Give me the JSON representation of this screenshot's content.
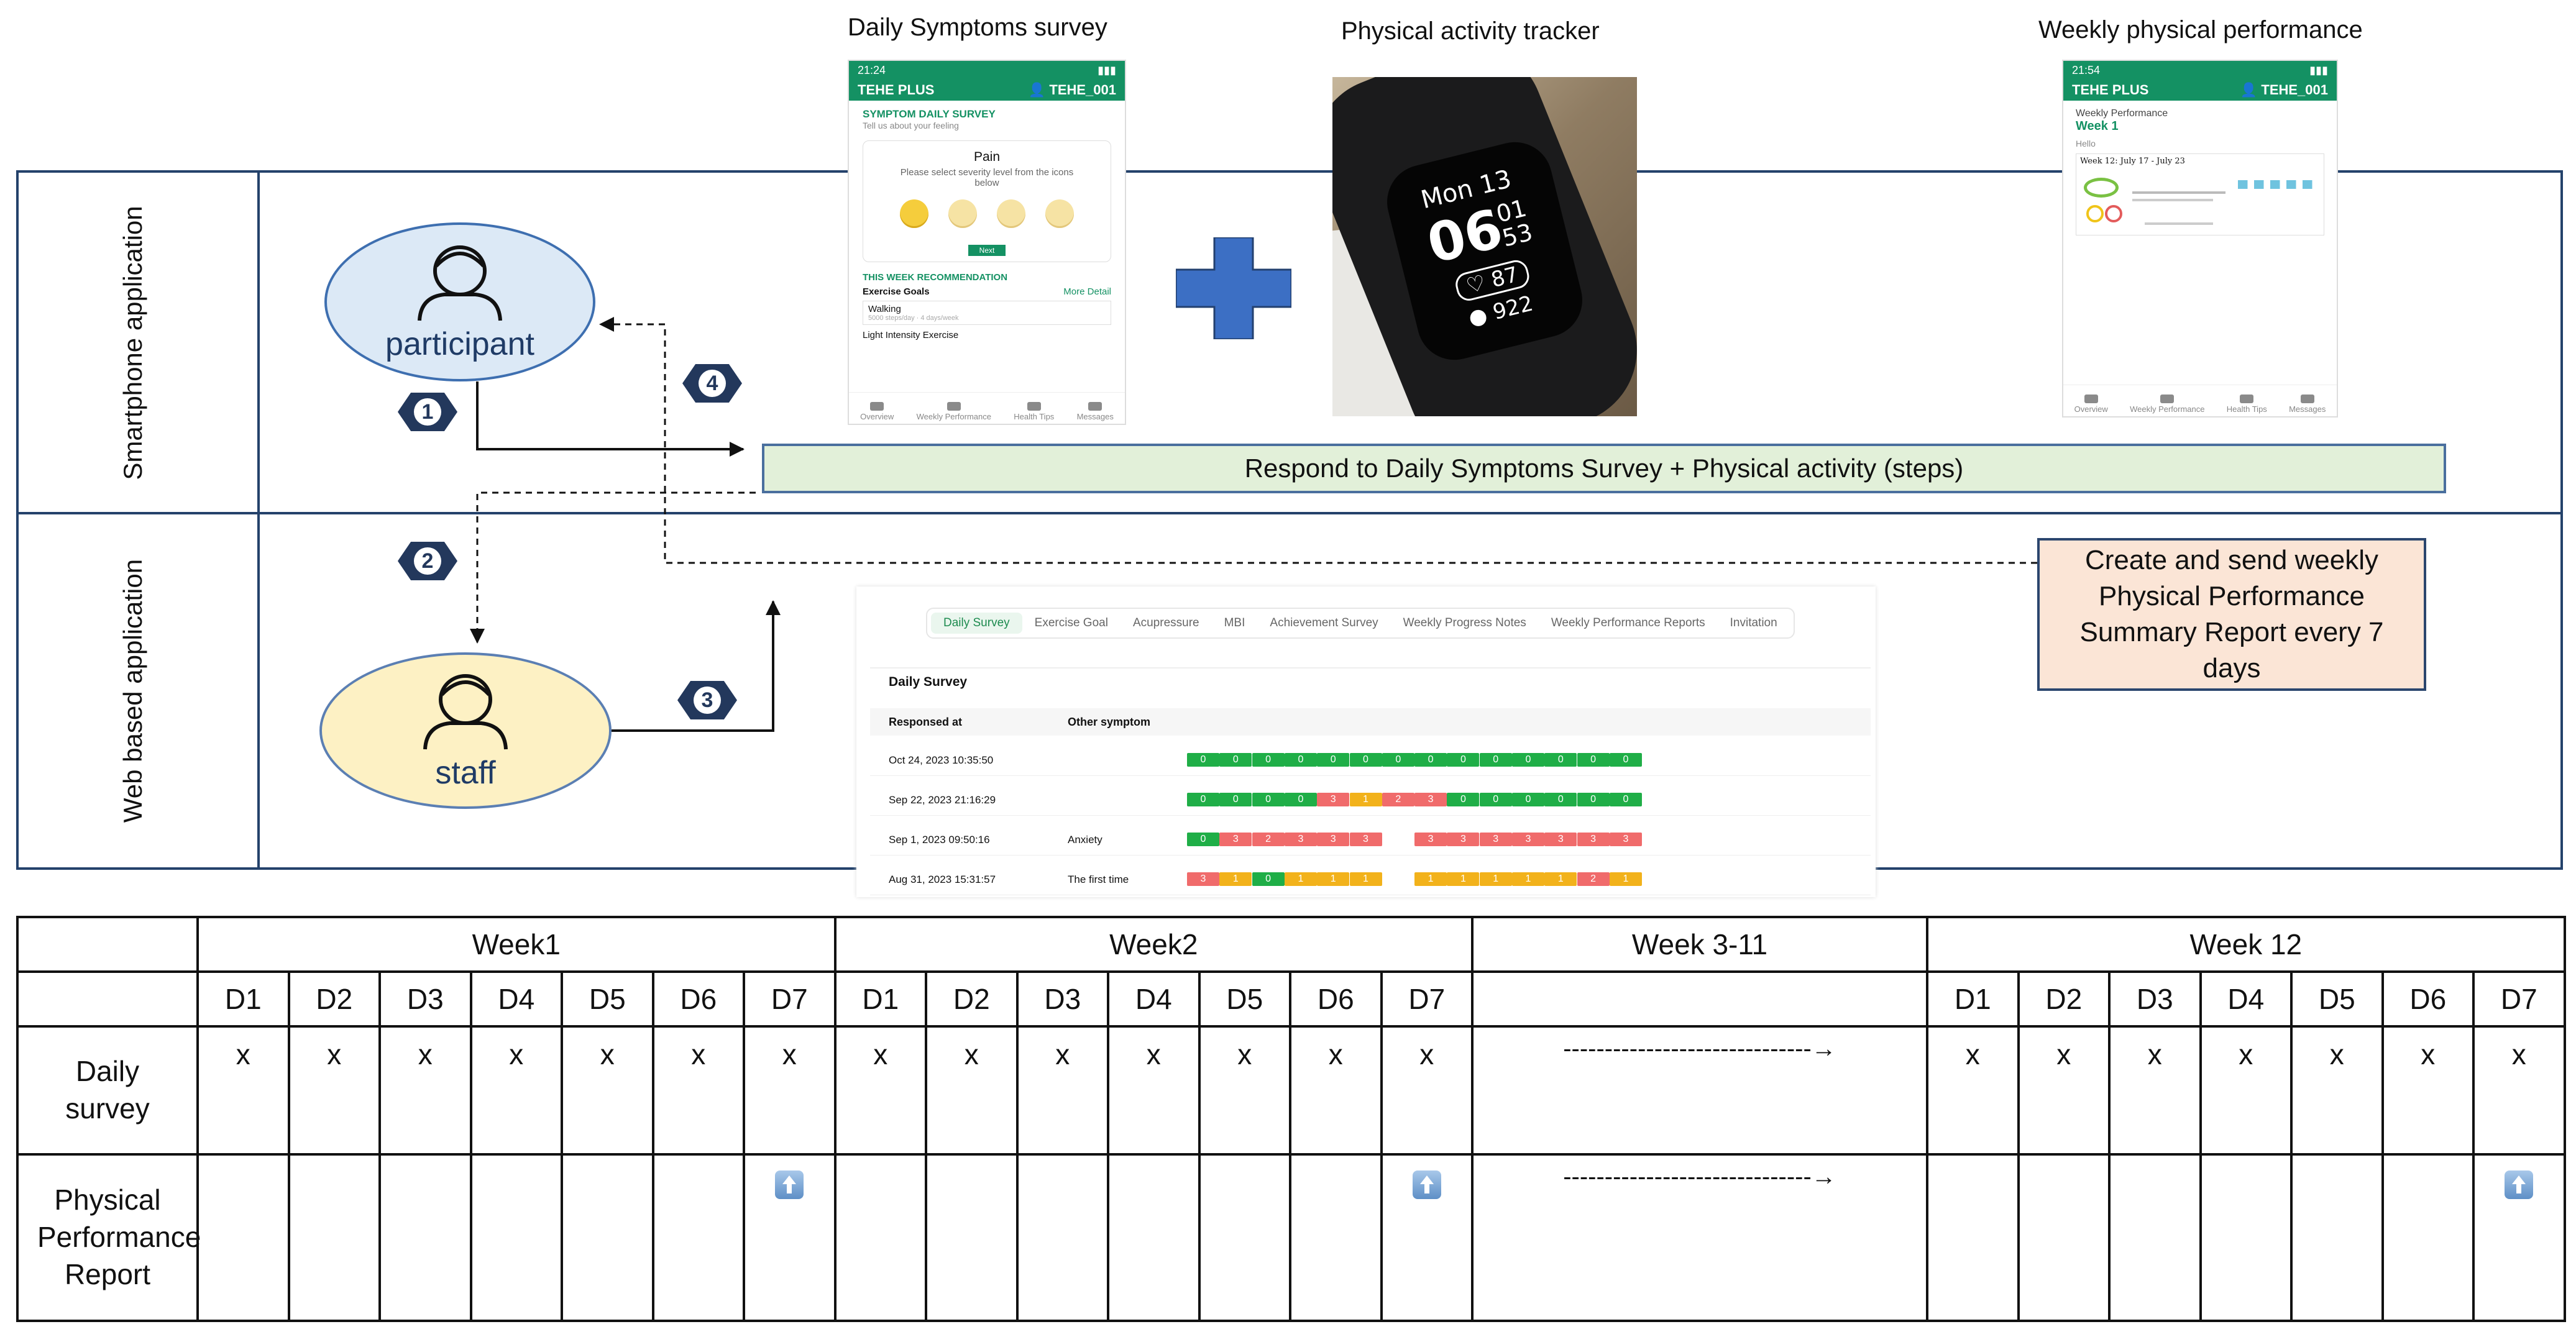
{
  "sections": {
    "daily_symptoms": "Daily Symptoms survey",
    "activity_tracker": "Physical activity tracker",
    "weekly_performance": "Weekly physical performance"
  },
  "lanes": {
    "smartphone": "Smartphone application",
    "web": "Web based application"
  },
  "actors": {
    "participant": "participant",
    "staff": "staff"
  },
  "steps": [
    "1",
    "2",
    "3",
    "4"
  ],
  "response_bar": "Respond to Daily Symptoms Survey + Physical activity (steps)",
  "summary_box": "Create and send weekly Physical Performance Summary Report every 7 days",
  "phone1": {
    "time": "21:24",
    "app": "TEHE PLUS",
    "user": "TEHE_001",
    "survey_title": "SYMPTOM DAILY SURVEY",
    "survey_sub": "Tell us about your feeling",
    "pain_title": "Pain",
    "pain_hint": "Please select severity level from the icons below",
    "next": "Next",
    "rec_title": "THIS WEEK RECOMMENDATION",
    "exercise_goals": "Exercise Goals",
    "more_detail": "More Detail",
    "walking": "Walking",
    "walking_sub": "5000 steps/day · 4 days/week",
    "light": "Light Intensity Exercise",
    "nav": [
      "Overview",
      "Weekly Performance",
      "Health Tips",
      "Messages"
    ]
  },
  "tracker": {
    "day": "Mon 13",
    "time_h": "06",
    "time_m": "01",
    "time_s": "53",
    "heart": "87",
    "steps": "922"
  },
  "phone2": {
    "time": "21:54",
    "app": "TEHE PLUS",
    "user": "TEHE_001",
    "weekly_perf": "Weekly Performance",
    "week": "Week 1",
    "hello": "Hello",
    "week_range": "Week 12: July 17 - July 23",
    "nav": [
      "Overview",
      "Weekly Performance",
      "Health Tips",
      "Messages"
    ]
  },
  "dashboard": {
    "tabs": [
      "Daily Survey",
      "Exercise Goal",
      "Acupressure",
      "MBI",
      "Achievement Survey",
      "Weekly Progress Notes",
      "Weekly Performance Reports",
      "Invitation"
    ],
    "title": "Daily Survey",
    "col_responded": "Responsed at",
    "col_other": "Other symptom",
    "rows": [
      {
        "date": "Oct 24, 2023 10:35:50",
        "other": "",
        "cells": [
          "0",
          "0",
          "0",
          "0",
          "0",
          "0",
          "0",
          "0",
          "0",
          "0",
          "0",
          "0",
          "0",
          "0"
        ]
      },
      {
        "date": "Sep 22, 2023 21:16:29",
        "other": "",
        "cells": [
          "0",
          "0",
          "0",
          "0",
          "3",
          "1",
          "2",
          "3",
          "0",
          "0",
          "0",
          "0",
          "0",
          "0"
        ]
      },
      {
        "date": "Sep 1, 2023 09:50:16",
        "other": "Anxiety",
        "cells": [
          "0",
          "3",
          "2",
          "3",
          "3",
          "3",
          "",
          "3",
          "3",
          "3",
          "3",
          "3",
          "3",
          "3"
        ]
      },
      {
        "date": "Aug 31, 2023 15:31:57",
        "other": "The first time",
        "cells": [
          "3",
          "1",
          "0",
          "1",
          "1",
          "1",
          "",
          "1",
          "1",
          "1",
          "1",
          "1",
          "2",
          "1"
        ]
      }
    ],
    "colors": {
      "0": "#1fae47",
      "1": "#f2b21b",
      "2": "#f06b6b",
      "3": "#f06b6b"
    }
  },
  "schedule": {
    "weeks": [
      "Week1",
      "Week2",
      "Week 3-11",
      "Week 12"
    ],
    "days": [
      "D1",
      "D2",
      "D3",
      "D4",
      "D5",
      "D6",
      "D7"
    ],
    "row_daily": "Daily survey",
    "row_report": "Physical Performance Report",
    "mark": "x",
    "arrow": "------------------------------→"
  }
}
